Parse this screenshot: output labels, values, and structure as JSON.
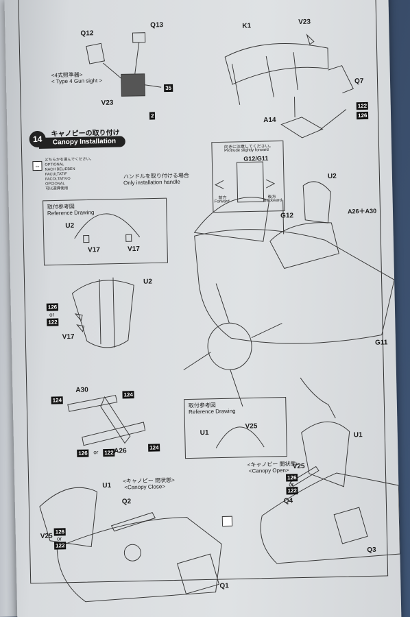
{
  "step": {
    "number": "14",
    "title_jp": "キャノピーの取り付け",
    "title_en": "Canopy Installation"
  },
  "optional": {
    "icon": "arrows-icon",
    "lines": [
      "どちらかを選んでください。",
      "OPTIONAL",
      "NACH BELIEBEN",
      "FACULTATIF",
      "FACOLTATIVO",
      "OPCIONAL",
      "可以選擇使用"
    ]
  },
  "gunsight": {
    "jp": "<4式照準器>",
    "en": "< Type 4 Gun sight >"
  },
  "handle_note": {
    "jp": "ハンドルを取り付ける場合",
    "en": "Only installation handle"
  },
  "reference_jp": "取付参考図",
  "reference_en": "Reference Drawing",
  "protrude": {
    "jp": "向きに注意してください。",
    "en": "Protrude slightly forward",
    "fwd_jp": "前方",
    "fwd_en": "Forward",
    "back_jp": "後方",
    "back_en": "Backward"
  },
  "canopy_close": {
    "jp": "<キャノピー 閉状態>",
    "en": "<Canopy Close>"
  },
  "canopy_open": {
    "jp": "<キャノピー 開状態>",
    "en": "<Canopy Open>"
  },
  "or": "or",
  "parts": {
    "q12": "Q12",
    "q13": "Q13",
    "v23": "V23",
    "p35": "35",
    "p2": "2",
    "k1": "K1",
    "q7": "Q7",
    "a14": "A14",
    "p122": "122",
    "p126": "126",
    "p124": "124",
    "g12g11": "G12/G11",
    "g12": "G12",
    "g11": "G11",
    "u2": "U2",
    "a26a30": "A26＋A30",
    "v17": "V17",
    "a30": "A30",
    "a26": "A26",
    "u1": "U1",
    "v25": "V25",
    "q2": "Q2",
    "q1": "Q1",
    "q3": "Q3",
    "q4": "Q4"
  }
}
